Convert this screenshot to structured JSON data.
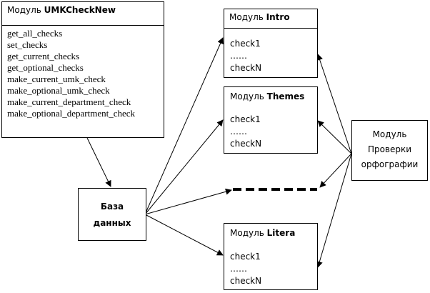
{
  "umk": {
    "prefix": "Модуль ",
    "name": "UMKCheckNew",
    "methods": [
      "get_all_checks",
      "set_checks",
      "get_current_checks",
      "get_optional_checks",
      "make_current_umk_check",
      "make_optional_umk_check",
      "make_current_department_check",
      "make_optional_department_check"
    ]
  },
  "db": {
    "line1": "База",
    "line2": "данных"
  },
  "intro": {
    "prefix": "Модуль ",
    "name": "Intro",
    "items": [
      "check1",
      "……",
      "checkN"
    ]
  },
  "themes": {
    "prefix": "Модуль ",
    "name": "Themes",
    "items": [
      "check1",
      "……",
      "checkN"
    ]
  },
  "litera": {
    "prefix": "Модуль ",
    "name": "Litera",
    "items": [
      "check1",
      "……",
      "checkN"
    ]
  },
  "spell": {
    "line1": "Модуль",
    "line2": "Проверки",
    "line3": "орфографии"
  }
}
